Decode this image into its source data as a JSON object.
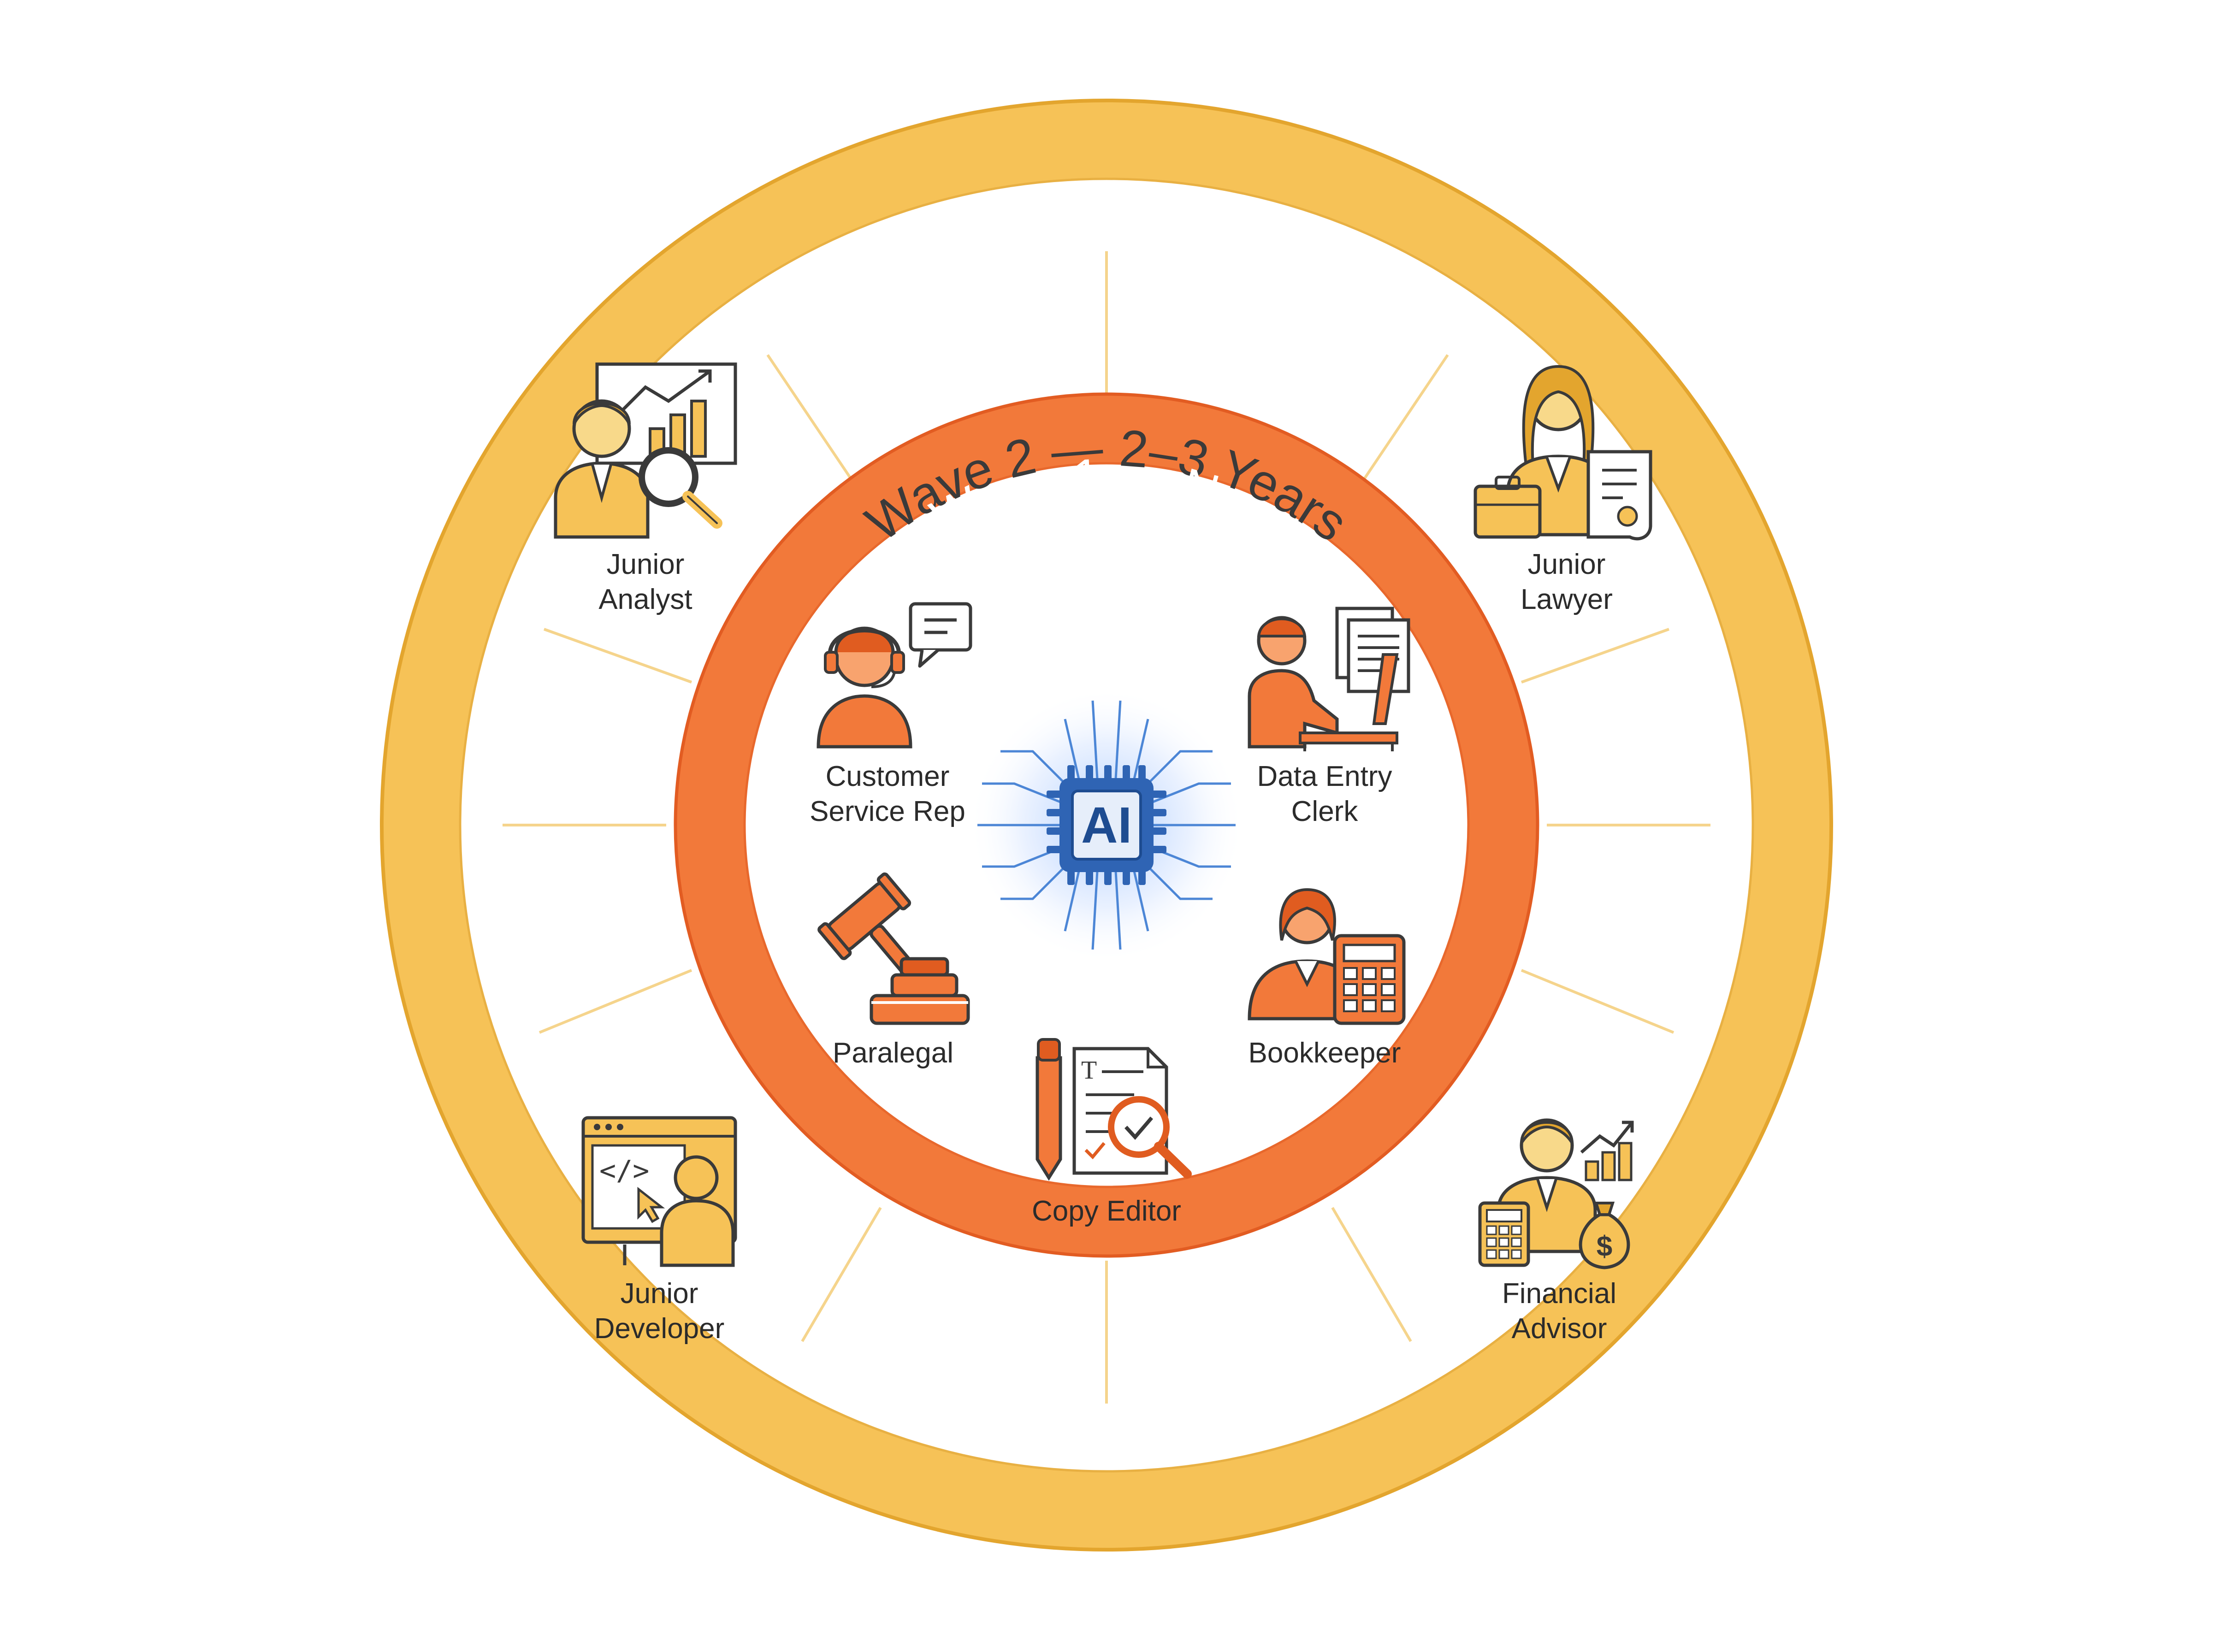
{
  "diagram": {
    "outer_ring": {
      "label": "Wave 2 — 2–3 Years",
      "color": "#F6C257",
      "stroke": "#E3A52E",
      "label_color": "#3a3a3a"
    },
    "inner_ring": {
      "label": "Wave 1 — Now",
      "color": "#F2793A",
      "stroke": "#E25C22",
      "label_color": "#ffffff"
    },
    "center": {
      "label": "AI",
      "icon": "ai-chip-icon",
      "color": "#2F64B4"
    },
    "wave1_roles": [
      {
        "id": "customer-service-rep",
        "lines": [
          "Customer",
          "Service Rep"
        ],
        "icon": "headset-agent-icon"
      },
      {
        "id": "data-entry-clerk",
        "lines": [
          "Data Entry",
          "Clerk"
        ],
        "icon": "typing-worker-icon"
      },
      {
        "id": "paralegal",
        "lines": [
          "Paralegal"
        ],
        "icon": "gavel-books-icon"
      },
      {
        "id": "bookkeeper",
        "lines": [
          "Bookkeeper"
        ],
        "icon": "calculator-person-icon"
      },
      {
        "id": "copy-editor",
        "lines": [
          "Copy Editor"
        ],
        "icon": "document-review-icon"
      }
    ],
    "wave2_roles": [
      {
        "id": "junior-analyst",
        "lines": [
          "Junior",
          "Analyst"
        ],
        "icon": "analyst-chart-icon"
      },
      {
        "id": "junior-lawyer",
        "lines": [
          "Junior",
          "Lawyer"
        ],
        "icon": "lawyer-briefcase-icon"
      },
      {
        "id": "junior-developer",
        "lines": [
          "Junior",
          "Developer"
        ],
        "icon": "developer-screen-icon"
      },
      {
        "id": "financial-advisor",
        "lines": [
          "Financial",
          "Advisor"
        ],
        "icon": "advisor-moneybag-icon"
      }
    ]
  }
}
